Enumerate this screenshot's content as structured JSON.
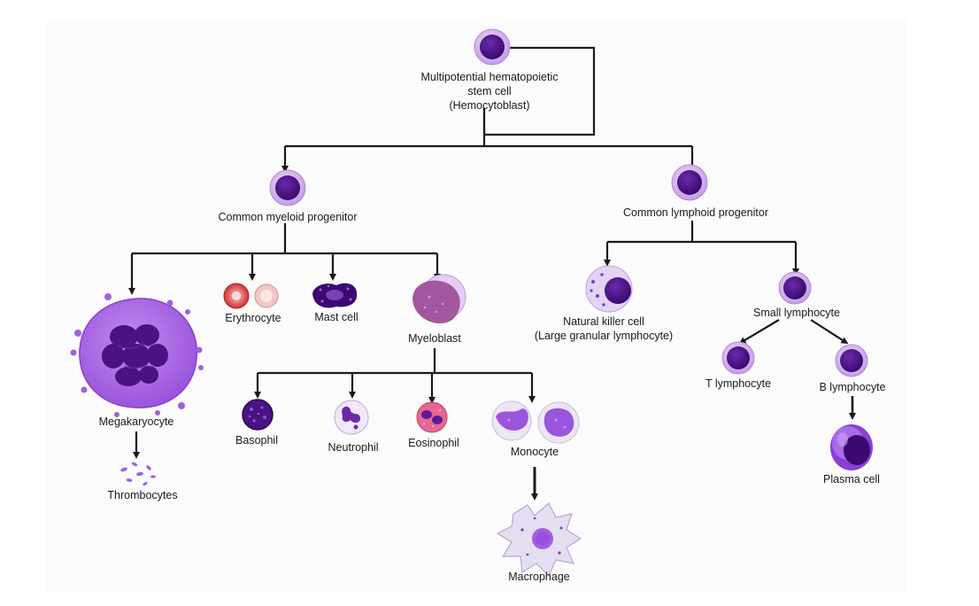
{
  "labels": {
    "stem_line1": "Multipotential hematopoietic",
    "stem_line2": "stem cell",
    "stem_line3": "(Hemocytoblast)",
    "myeloid": "Common myeloid progenitor",
    "lymphoid": "Common lymphoid progenitor",
    "megakaryocyte": "Megakaryocyte",
    "thrombocytes": "Thrombocytes",
    "erythrocyte": "Erythrocyte",
    "mast_cell": "Mast cell",
    "myeloblast": "Myeloblast",
    "basophil": "Basophil",
    "neutrophil": "Neutrophil",
    "eosinophil": "Eosinophil",
    "monocyte": "Monocyte",
    "macrophage": "Macrophage",
    "nk_line1": "Natural killer cell",
    "nk_line2": "(Large granular lymphocyte)",
    "small_lymphocyte": "Small lymphocyte",
    "t_lymphocyte": "T lymphocyte",
    "b_lymphocyte": "B lymphocyte",
    "plasma_cell": "Plasma cell"
  },
  "colors": {
    "line": "#1a1a1a",
    "membrane": "#c7a6e8",
    "nucleus": "#4a1282",
    "erythrocyte": "#d83b3b",
    "eosinophil": "#e0507a",
    "megakaryocyte": "#a35ee0"
  }
}
